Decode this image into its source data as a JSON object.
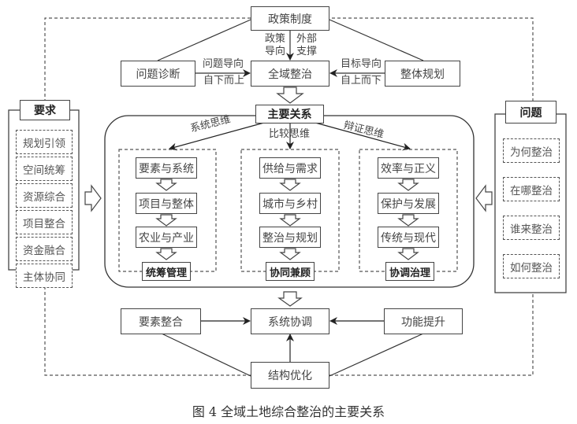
{
  "top": {
    "policy": "政策制度",
    "label_left_1": "政策",
    "label_left_2": "导向",
    "label_right_1": "外部",
    "label_right_2": "支撑",
    "problem_diagnosis": "问题诊断",
    "whole_area": "全域整治",
    "overall_planning": "整体规划",
    "left_arrow_label_1": "问题导向",
    "left_arrow_label_2": "自下而上",
    "right_arrow_label_1": "目标导向",
    "right_arrow_label_2": "自上而下"
  },
  "middle": {
    "main_relation": "主要关系",
    "thinking": [
      "系统思维",
      "比较思维",
      "辩证思维"
    ],
    "groups": [
      {
        "items": [
          "要素与系统",
          "项目与整体",
          "农业与产业"
        ],
        "footer": "统筹管理"
      },
      {
        "items": [
          "供给与需求",
          "城市与乡村",
          "整治与规划"
        ],
        "footer": "协同兼顾"
      },
      {
        "items": [
          "效率与正义",
          "保护与发展",
          "传统与现代"
        ],
        "footer": "协调治理"
      }
    ]
  },
  "left_panel": {
    "title": "要求",
    "items": [
      "规划引领",
      "空间统筹",
      "资源综合",
      "项目整合",
      "资金融合",
      "主体协同"
    ]
  },
  "right_panel": {
    "title": "问题",
    "items": [
      "为何整治",
      "在哪整治",
      "谁来整治",
      "如何整治"
    ]
  },
  "bottom": {
    "element_integration": "要素整合",
    "system_coordination": "系统协调",
    "function_upgrade": "功能提升",
    "structure_optimization": "结构优化"
  },
  "caption": "图 4  全域土地综合整治的主要关系"
}
